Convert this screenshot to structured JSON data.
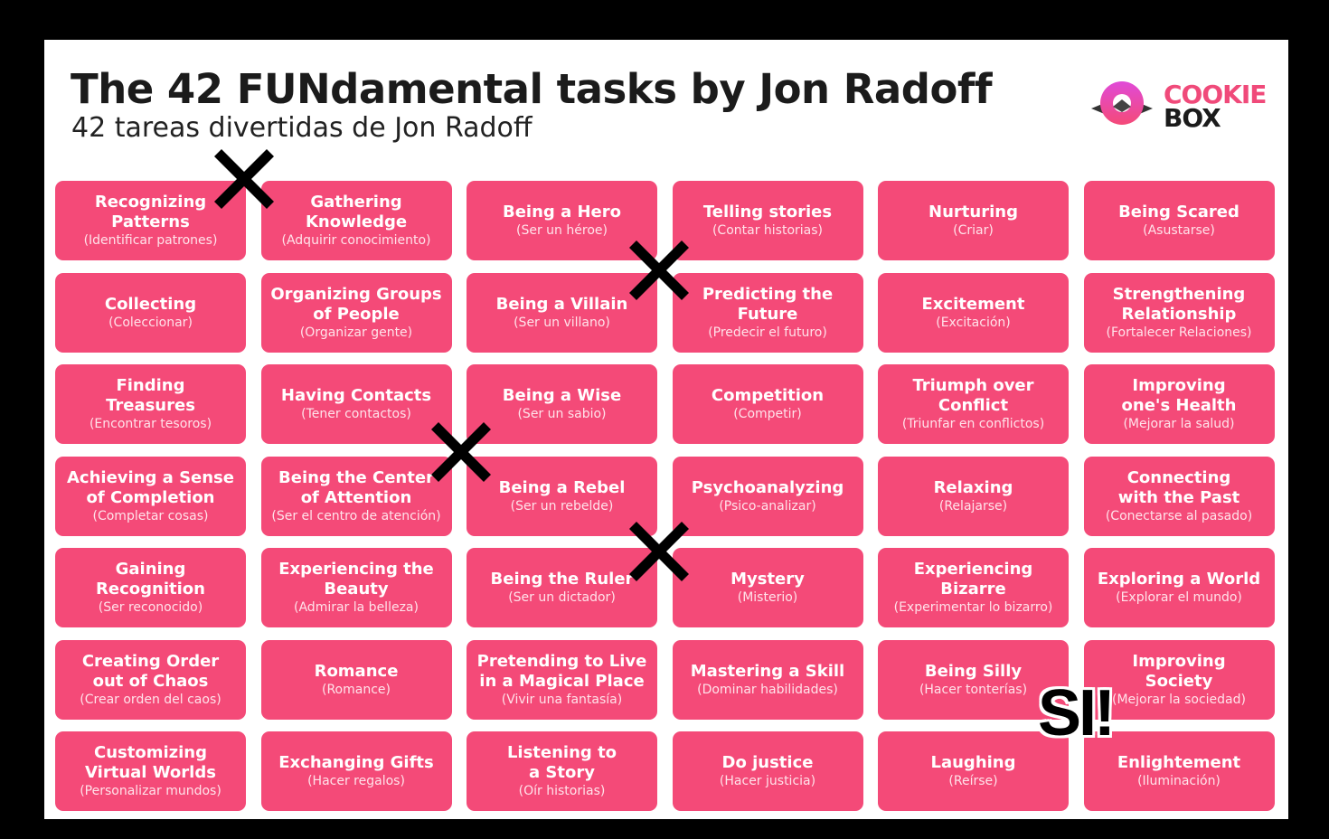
{
  "header": {
    "title": "The 42 FUNdamental tasks by Jon Radoff",
    "subtitle": "42 tareas divertidas de Jon Radoff"
  },
  "logo": {
    "line1": "COOKIE",
    "line2": "BOX",
    "brand_color": "#f04a7a"
  },
  "card_color": "#f44a78",
  "cards": [
    {
      "en": "Recognizing\nPatterns",
      "es": "(Identificar patrones)"
    },
    {
      "en": "Gathering\nKnowledge",
      "es": "(Adquirir conocimiento)"
    },
    {
      "en": "Being a Hero",
      "es": "(Ser un héroe)"
    },
    {
      "en": "Telling stories",
      "es": "(Contar historias)"
    },
    {
      "en": "Nurturing",
      "es": "(Criar)"
    },
    {
      "en": "Being Scared",
      "es": "(Asustarse)"
    },
    {
      "en": "Collecting",
      "es": "(Coleccionar)"
    },
    {
      "en": "Organizing Groups\nof People",
      "es": "(Organizar gente)"
    },
    {
      "en": "Being a Villain",
      "es": "(Ser un villano)"
    },
    {
      "en": "Predicting the\nFuture",
      "es": "(Predecir el futuro)"
    },
    {
      "en": "Excitement",
      "es": "(Excitación)"
    },
    {
      "en": "Strengthening\nRelationship",
      "es": "(Fortalecer Relaciones)"
    },
    {
      "en": "Finding\nTreasures",
      "es": "(Encontrar tesoros)"
    },
    {
      "en": "Having Contacts",
      "es": "(Tener contactos)"
    },
    {
      "en": "Being a Wise",
      "es": "(Ser un sabio)"
    },
    {
      "en": "Competition",
      "es": "(Competir)"
    },
    {
      "en": "Triumph over\nConflict",
      "es": "(Triunfar en conflictos)"
    },
    {
      "en": "Improving\none's Health",
      "es": "(Mejorar la salud)"
    },
    {
      "en": "Achieving a Sense\nof Completion",
      "es": "(Completar cosas)"
    },
    {
      "en": "Being the Center\nof Attention",
      "es": "(Ser el centro de atención)"
    },
    {
      "en": "Being a Rebel",
      "es": "(Ser un rebelde)"
    },
    {
      "en": "Psychoanalyzing",
      "es": "(Psico-analizar)"
    },
    {
      "en": "Relaxing",
      "es": "(Relajarse)"
    },
    {
      "en": "Connecting\nwith the Past",
      "es": "(Conectarse al pasado)"
    },
    {
      "en": "Gaining\nRecognition",
      "es": "(Ser reconocido)"
    },
    {
      "en": "Experiencing the\nBeauty",
      "es": "(Admirar la belleza)"
    },
    {
      "en": "Being the Ruler",
      "es": "(Ser un dictador)"
    },
    {
      "en": "Mystery",
      "es": "(Misterio)"
    },
    {
      "en": "Experiencing\nBizarre",
      "es": "(Experimentar lo bizarro)"
    },
    {
      "en": "Exploring a World",
      "es": "(Explorar el mundo)"
    },
    {
      "en": "Creating Order\nout of Chaos",
      "es": "(Crear orden del caos)"
    },
    {
      "en": "Romance",
      "es": "(Romance)"
    },
    {
      "en": "Pretending to Live\nin a Magical Place",
      "es": "(Vivir una fantasía)"
    },
    {
      "en": "Mastering a Skill",
      "es": "(Dominar habilidades)"
    },
    {
      "en": "Being Silly",
      "es": "(Hacer tonterías)"
    },
    {
      "en": "Improving\nSociety",
      "es": "(Mejorar la sociedad)"
    },
    {
      "en": "Customizing\nVirtual Worlds",
      "es": "(Personalizar mundos)"
    },
    {
      "en": "Exchanging Gifts",
      "es": "(Hacer regalos)"
    },
    {
      "en": "Listening to\na Story",
      "es": "(Oír historias)"
    },
    {
      "en": "Do justice",
      "es": "(Hacer justicia)"
    },
    {
      "en": "Laughing",
      "es": "(Reírse)"
    },
    {
      "en": "Enlightement",
      "es": "(Iluminación)"
    }
  ],
  "annotation": {
    "text": "SI!"
  }
}
